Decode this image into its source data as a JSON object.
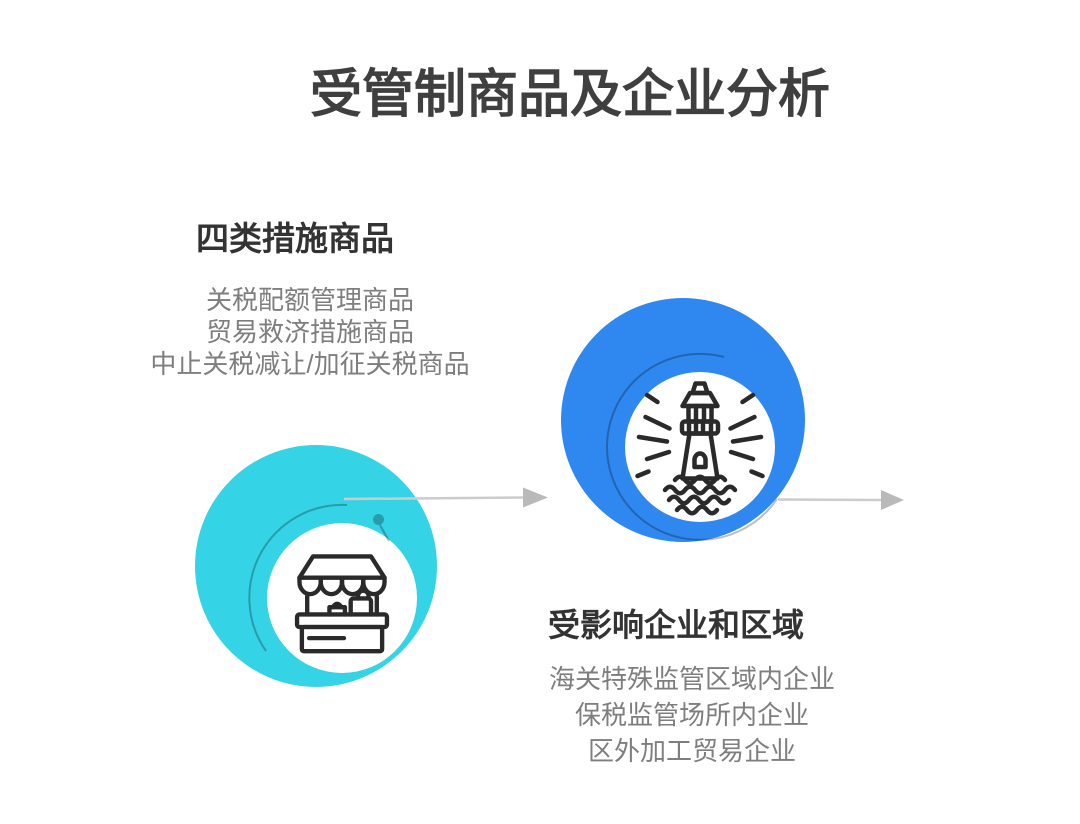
{
  "title": "受管制商品及企业分析",
  "sections": {
    "measures": {
      "heading": "四类措施商品",
      "items": [
        "关税配额管理商品",
        "贸易救济措施商品",
        "中止关税减让/加征关税商品"
      ],
      "icon": "market-stall-icon"
    },
    "affected": {
      "heading": "受影响企业和区域",
      "items": [
        "海关特殊监管区域内企业",
        "保税监管场所内企业",
        "区外加工贸易企业"
      ],
      "icon": "lighthouse-icon"
    }
  },
  "colors": {
    "cyan_circle": "#35d3e6",
    "blue_circle": "#2f88ef",
    "title_text": "#3f3f3f",
    "heading_text": "#333333",
    "body_text": "#7e7e7e",
    "arrow_line": "#cccccc",
    "arrow_head": "#b9b9b9",
    "ring_stroke": "rgba(0,0,0,0.26)",
    "icon_stroke": "#2a2a2a"
  }
}
